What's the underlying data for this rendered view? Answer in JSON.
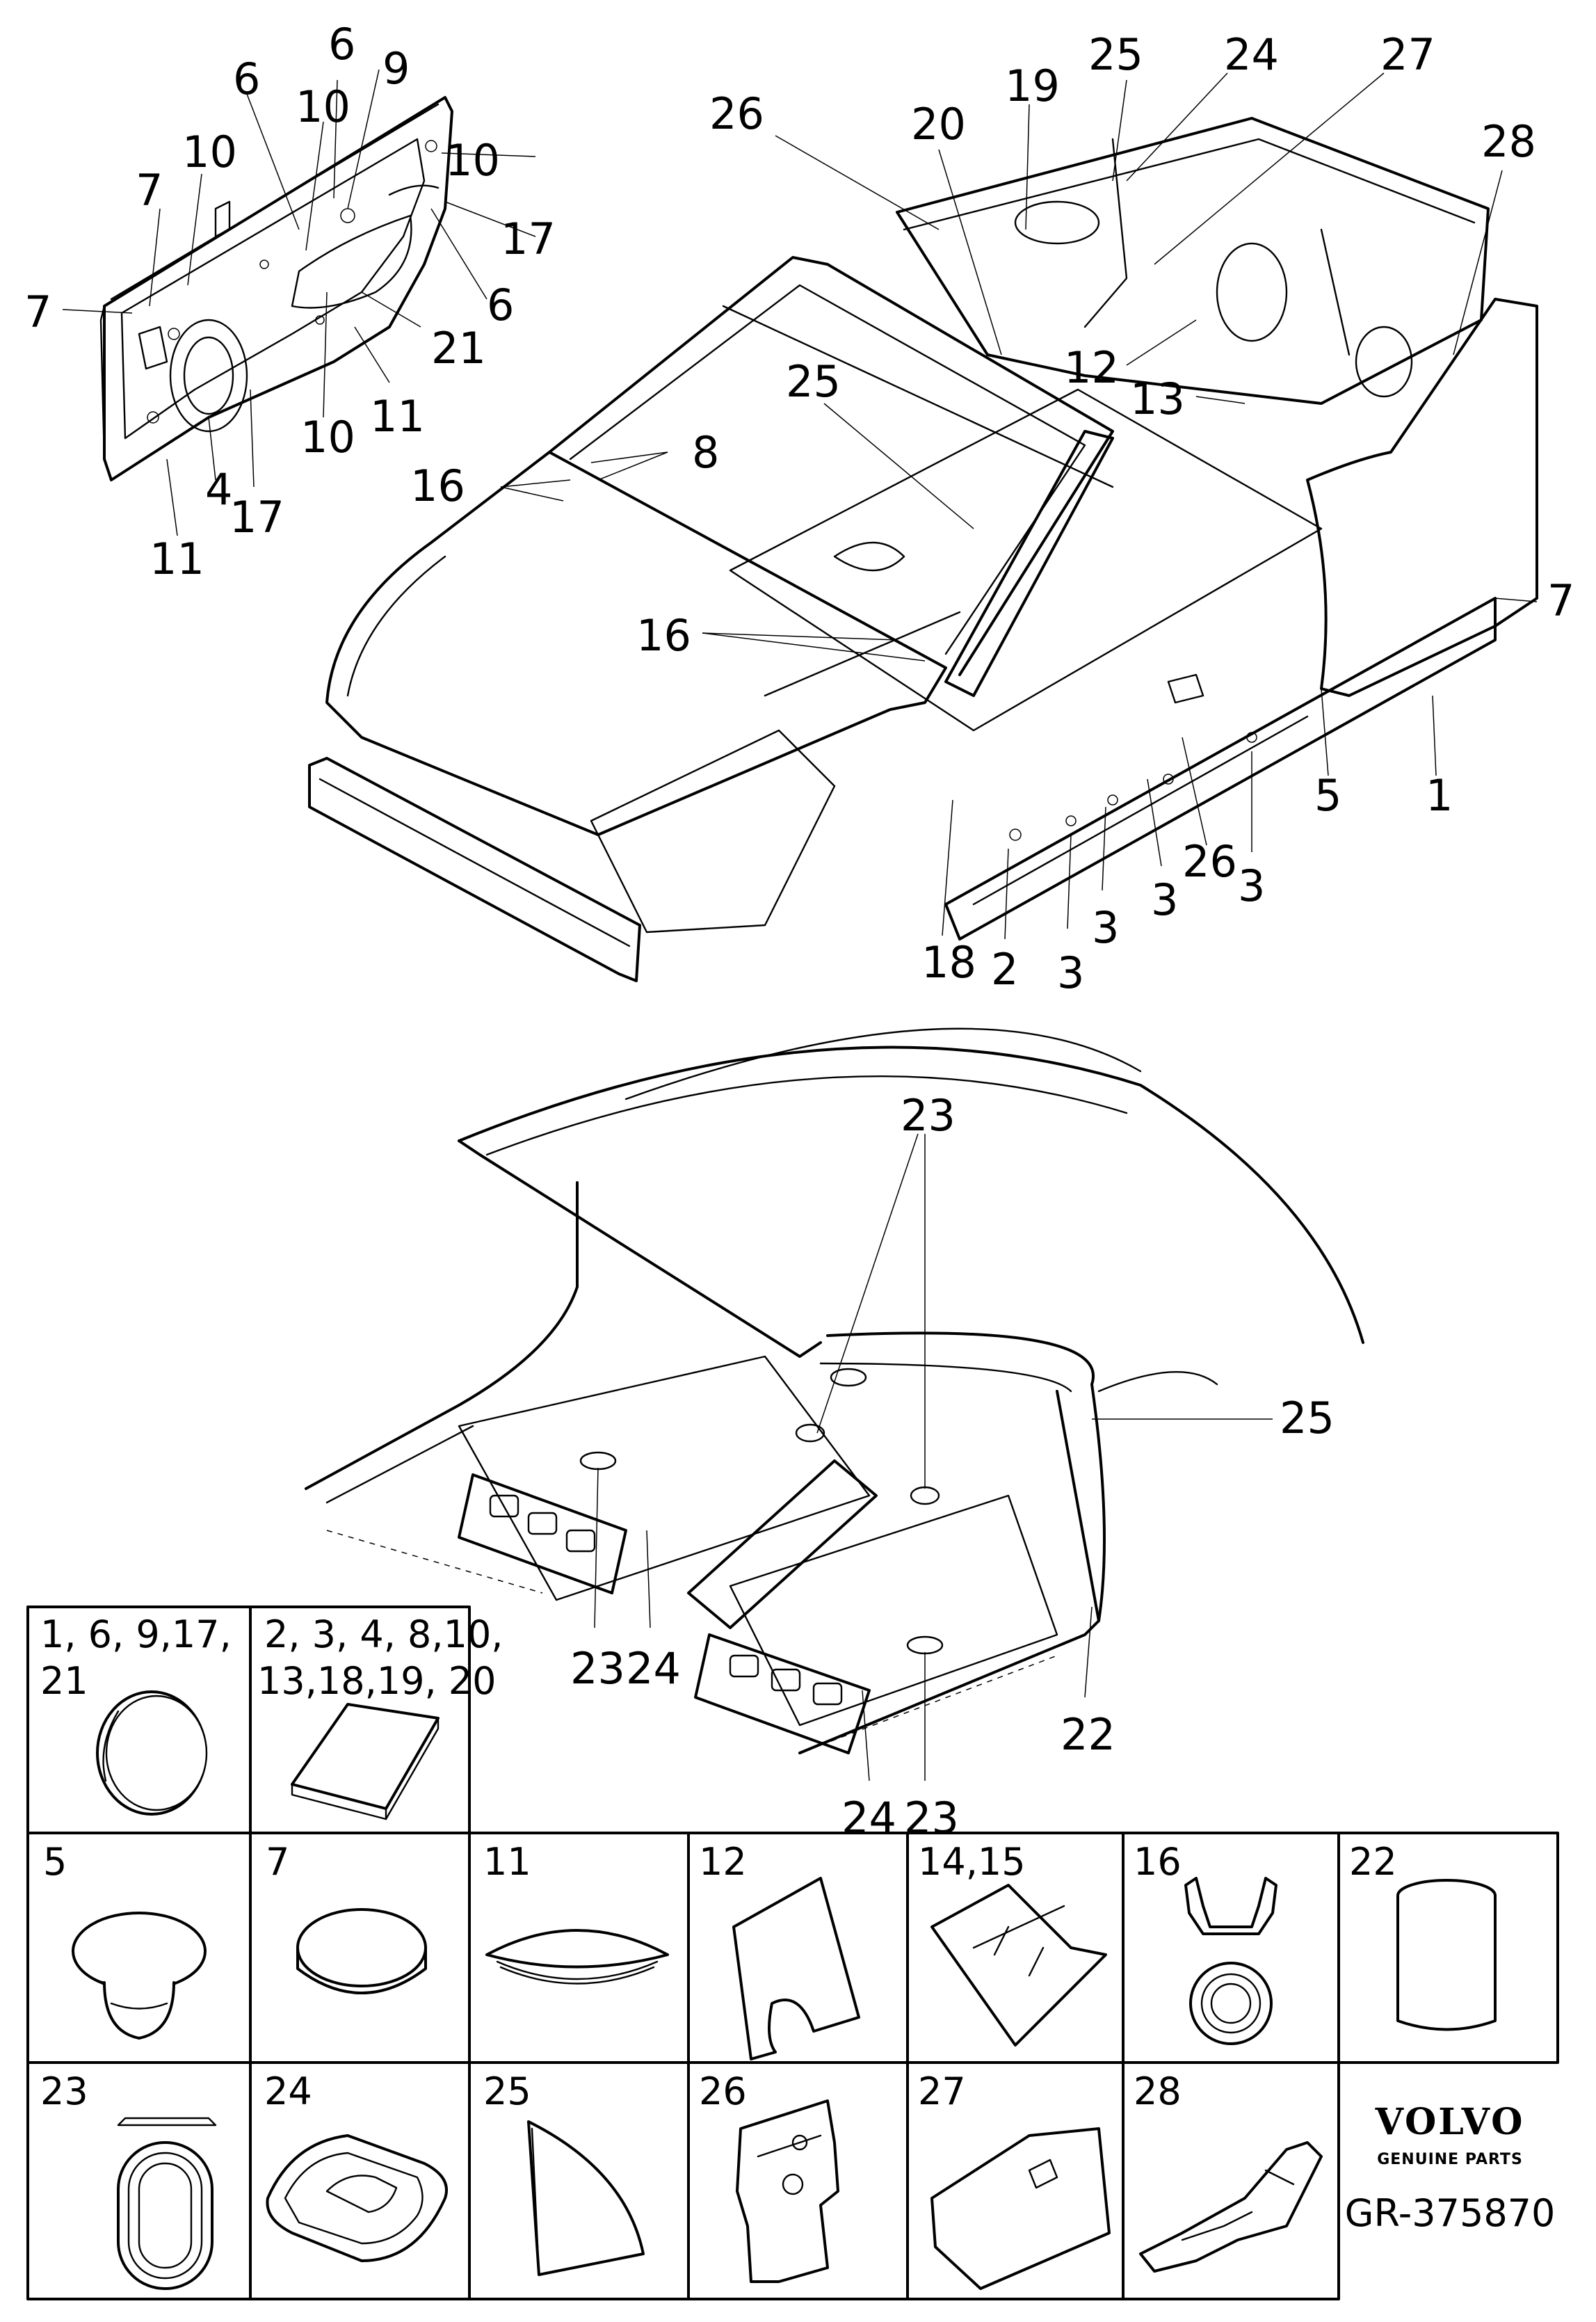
{
  "callouts_top": [
    {
      "id": "c-door-6a",
      "text": "6"
    },
    {
      "id": "c-door-9",
      "text": "9"
    },
    {
      "id": "c-door-6b",
      "text": "6"
    },
    {
      "id": "c-door-10a",
      "text": "10"
    },
    {
      "id": "c-door-10b",
      "text": "10"
    },
    {
      "id": "c-door-10c",
      "text": "10"
    },
    {
      "id": "c-door-7a",
      "text": "7"
    },
    {
      "id": "c-door-7b",
      "text": "7"
    },
    {
      "id": "c-door-17a",
      "text": "17"
    },
    {
      "id": "c-door-6c",
      "text": "6"
    },
    {
      "id": "c-door-21",
      "text": "21"
    },
    {
      "id": "c-door-11a",
      "text": "11"
    },
    {
      "id": "c-door-10d",
      "text": "10"
    },
    {
      "id": "c-door-4",
      "text": "4"
    },
    {
      "id": "c-door-17b",
      "text": "17"
    },
    {
      "id": "c-door-11b",
      "text": "11"
    },
    {
      "id": "c-26a",
      "text": "26"
    },
    {
      "id": "c-20",
      "text": "20"
    },
    {
      "id": "c-19",
      "text": "19"
    },
    {
      "id": "c-25a",
      "text": "25"
    },
    {
      "id": "c-24a",
      "text": "24"
    },
    {
      "id": "c-27",
      "text": "27"
    },
    {
      "id": "c-28",
      "text": "28"
    },
    {
      "id": "c-25b",
      "text": "25"
    },
    {
      "id": "c-8",
      "text": "8"
    },
    {
      "id": "c-16a",
      "text": "16"
    },
    {
      "id": "c-16b",
      "text": "16"
    },
    {
      "id": "c-12",
      "text": "12"
    },
    {
      "id": "c-13",
      "text": "13"
    },
    {
      "id": "c-7",
      "text": "7"
    },
    {
      "id": "c-5",
      "text": "5"
    },
    {
      "id": "c-1",
      "text": "1"
    },
    {
      "id": "c-26b",
      "text": "26"
    },
    {
      "id": "c-3a",
      "text": "3"
    },
    {
      "id": "c-3b",
      "text": "3"
    },
    {
      "id": "c-3c",
      "text": "3"
    },
    {
      "id": "c-3d",
      "text": "3"
    },
    {
      "id": "c-18",
      "text": "18"
    },
    {
      "id": "c-2",
      "text": "2"
    }
  ],
  "callouts_rear": [
    {
      "id": "r-23a",
      "text": "23"
    },
    {
      "id": "r-25",
      "text": "25"
    },
    {
      "id": "r-23b",
      "text": "23"
    },
    {
      "id": "r-24a",
      "text": "24"
    },
    {
      "id": "r-22",
      "text": "22"
    },
    {
      "id": "r-24b",
      "text": "24"
    },
    {
      "id": "r-23c",
      "text": "23"
    }
  ],
  "legend": {
    "cells": [
      {
        "id": "round-plug",
        "line1": "1, 6, 9,17,",
        "line2": "21",
        "icon": "round-plug-icon"
      },
      {
        "id": "tape-patch",
        "line1": "2, 3, 4, 8,10,",
        "line2": "13,18,19, 20",
        "icon": "tape-patch-icon"
      },
      {
        "id": "push-plug",
        "line1": "5",
        "line2": "",
        "icon": "push-plug-icon"
      },
      {
        "id": "flat-plug",
        "line1": "7",
        "line2": "",
        "icon": "flat-plug-icon"
      },
      {
        "id": "oval-plug",
        "line1": "11",
        "line2": "",
        "icon": "oval-plug-icon"
      },
      {
        "id": "insulation-sheet",
        "line1": "12",
        "line2": "",
        "icon": "sheet-icon"
      },
      {
        "id": "formed-insulation",
        "line1": "14,15",
        "line2": "",
        "icon": "formed-sheet-icon"
      },
      {
        "id": "clip-grommet",
        "line1": "16",
        "line2": "",
        "icon": "clip-grommet-icon"
      },
      {
        "id": "foam-block",
        "line1": "22",
        "line2": "",
        "icon": "cylinder-icon"
      },
      {
        "id": "slot-plug",
        "line1": "23",
        "line2": "",
        "icon": "slot-plug-icon"
      },
      {
        "id": "tray-plug",
        "line1": "24",
        "line2": "",
        "icon": "tray-plug-icon"
      },
      {
        "id": "foam-wedge",
        "line1": "25",
        "line2": "",
        "icon": "wedge-icon"
      },
      {
        "id": "pillar-insulator",
        "line1": "26",
        "line2": "",
        "icon": "pillar-insulator-icon"
      },
      {
        "id": "panel-insulator",
        "line1": "27",
        "line2": "",
        "icon": "panel-insulator-icon"
      },
      {
        "id": "bracket-insulator",
        "line1": "28",
        "line2": "",
        "icon": "bracket-insulator-icon"
      }
    ]
  },
  "brand": {
    "logo": "VOLVO",
    "tagline": "GENUINE PARTS",
    "reference": "GR-375870"
  }
}
